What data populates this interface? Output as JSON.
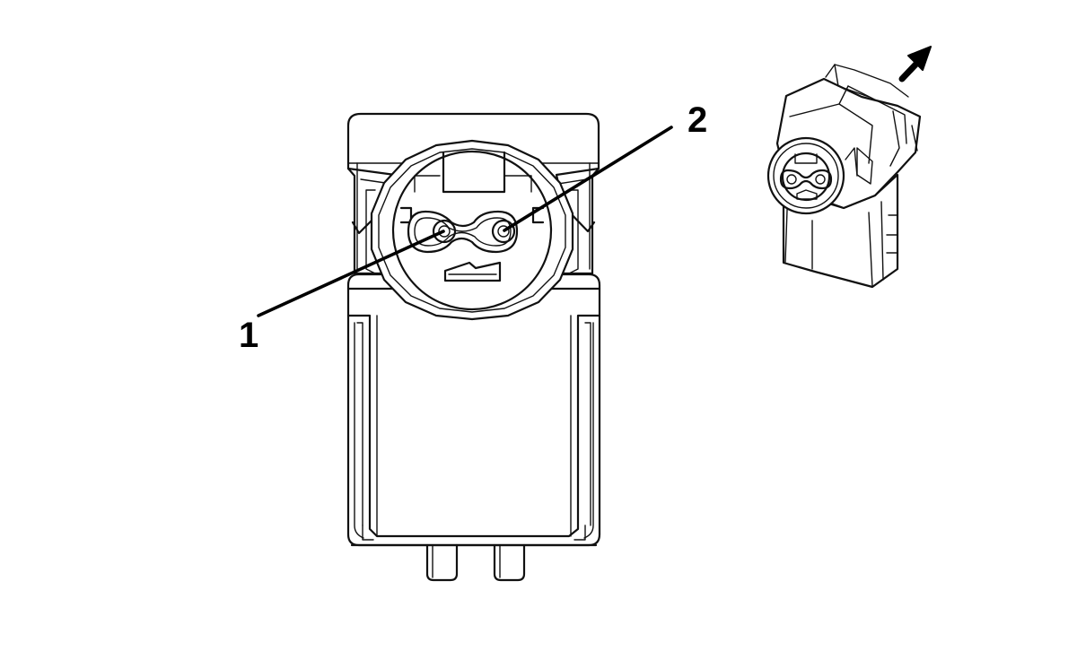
{
  "callouts": [
    {
      "id": "1",
      "label": "1"
    },
    {
      "id": "2",
      "label": "2"
    }
  ],
  "icons": {
    "main_view": "connector-front-view",
    "inset_view": "connector-isometric-view",
    "arrow": "disconnect-direction-arrow-icon"
  },
  "colors": {
    "line": "#111111",
    "background": "#ffffff"
  }
}
